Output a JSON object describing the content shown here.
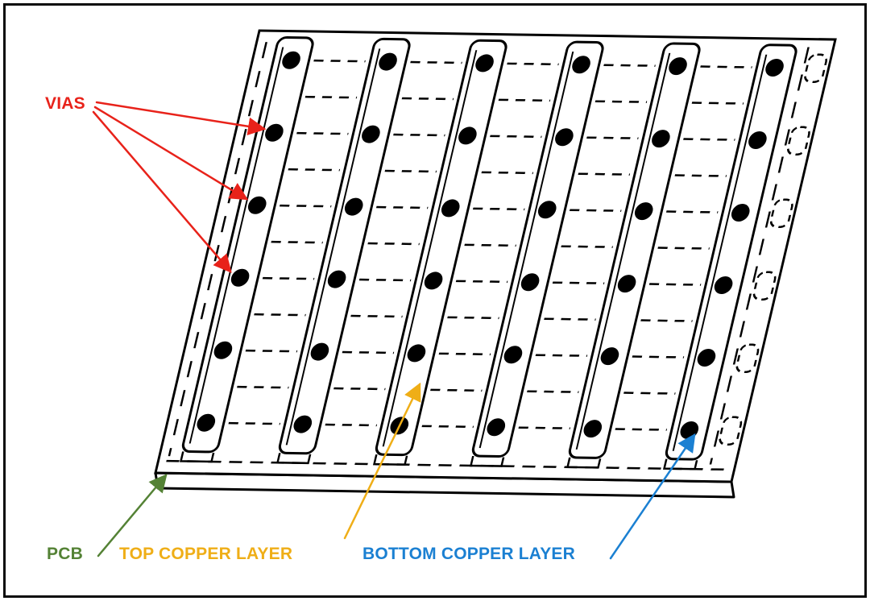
{
  "labels": {
    "vias": "VIAS",
    "pcb": "PCB",
    "top_copper": "TOP COPPER LAYER",
    "bottom_copper": "BOTTOM COPPER LAYER"
  },
  "colors": {
    "vias_label": "#e8221a",
    "pcb_label": "#548235",
    "top_copper_label": "#efae17",
    "bottom_copper_label": "#1b80d2",
    "line_art": "#000000",
    "background": "#ffffff"
  },
  "diagram": {
    "copper_strips": 6,
    "vias_per_strip": 6,
    "via_rows": 6,
    "dashed_bottom_layer_columns": 1
  }
}
